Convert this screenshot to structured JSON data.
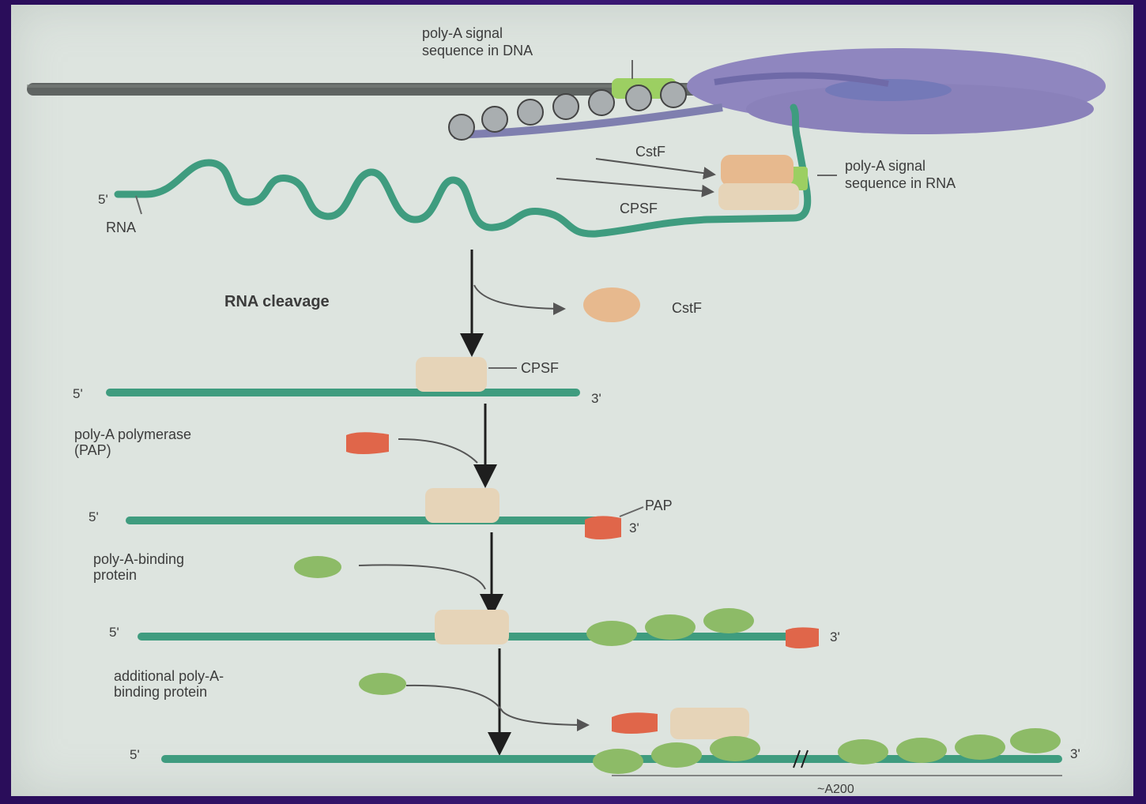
{
  "labels": {
    "poly_a_signal_dna_line1": "poly-A signal",
    "poly_a_signal_dna_line2": "sequence in DNA",
    "poly_a_signal_rna_line1": "poly-A signal",
    "poly_a_signal_rna_line2": "sequence in RNA",
    "cstf": "CstF",
    "cpsf": "CPSF",
    "five_prime": "5'",
    "three_prime": "3'",
    "rna": "RNA",
    "rna_cleavage": "RNA cleavage",
    "pap_line1": "poly-A polymerase",
    "pap_line2": "(PAP)",
    "pap": "PAP",
    "pabp_line1": "poly-A-binding",
    "pabp_line2": "protein",
    "additional_line1": "additional poly-A-",
    "additional_line2": "binding protein",
    "poly_a_tail": "~A200"
  },
  "colors": {
    "rna_strand": "#3f9c7f",
    "dna_strand": "#5f6462",
    "polymerase": "#8f86bf",
    "cstf": "#e7b98e",
    "cpsf": "#e6d4b8",
    "pap": "#e0664a",
    "pabp": "#8dbb67",
    "arrow": "#1e1e1e",
    "text": "#3c3c3c"
  }
}
